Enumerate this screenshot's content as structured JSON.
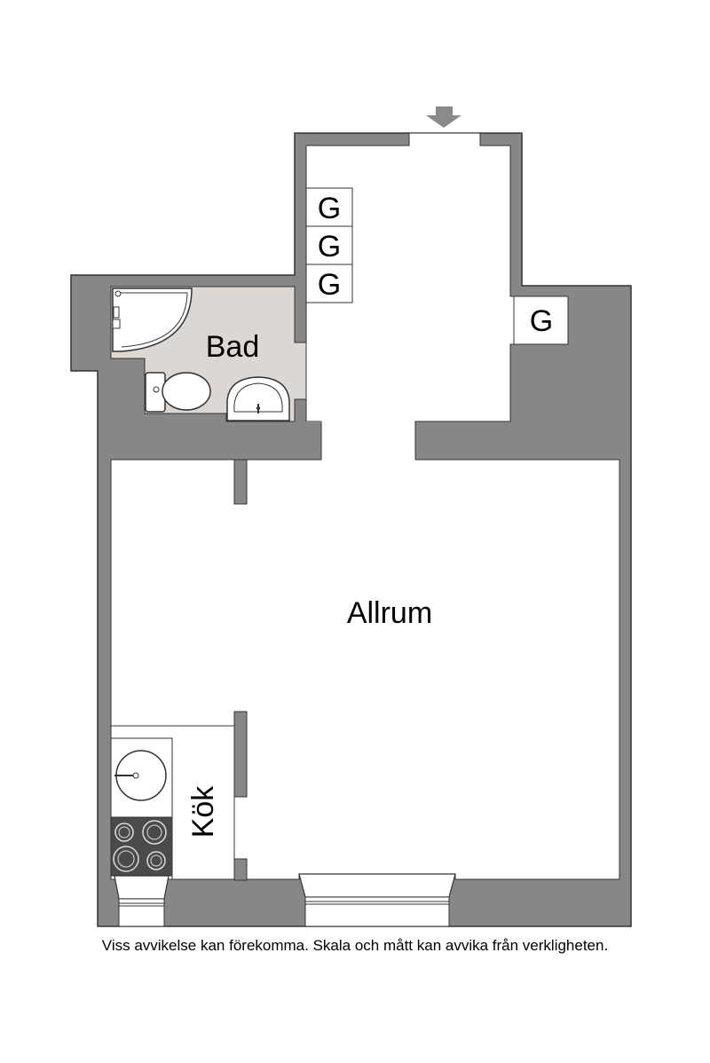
{
  "rooms": {
    "bad": "Bad",
    "allrum": "Allrum",
    "kok": "Kök"
  },
  "storage_mark": "G",
  "disclaimer": "Viss avvikelse kan förekomma. Skala och mått kan avvika från verkligheten.",
  "colors": {
    "wall": "#878787",
    "bathroom_floor": "#dcd7d3",
    "outline": "#333333",
    "arrow": "#8a8a8a",
    "stove": "#4a4a4a"
  }
}
